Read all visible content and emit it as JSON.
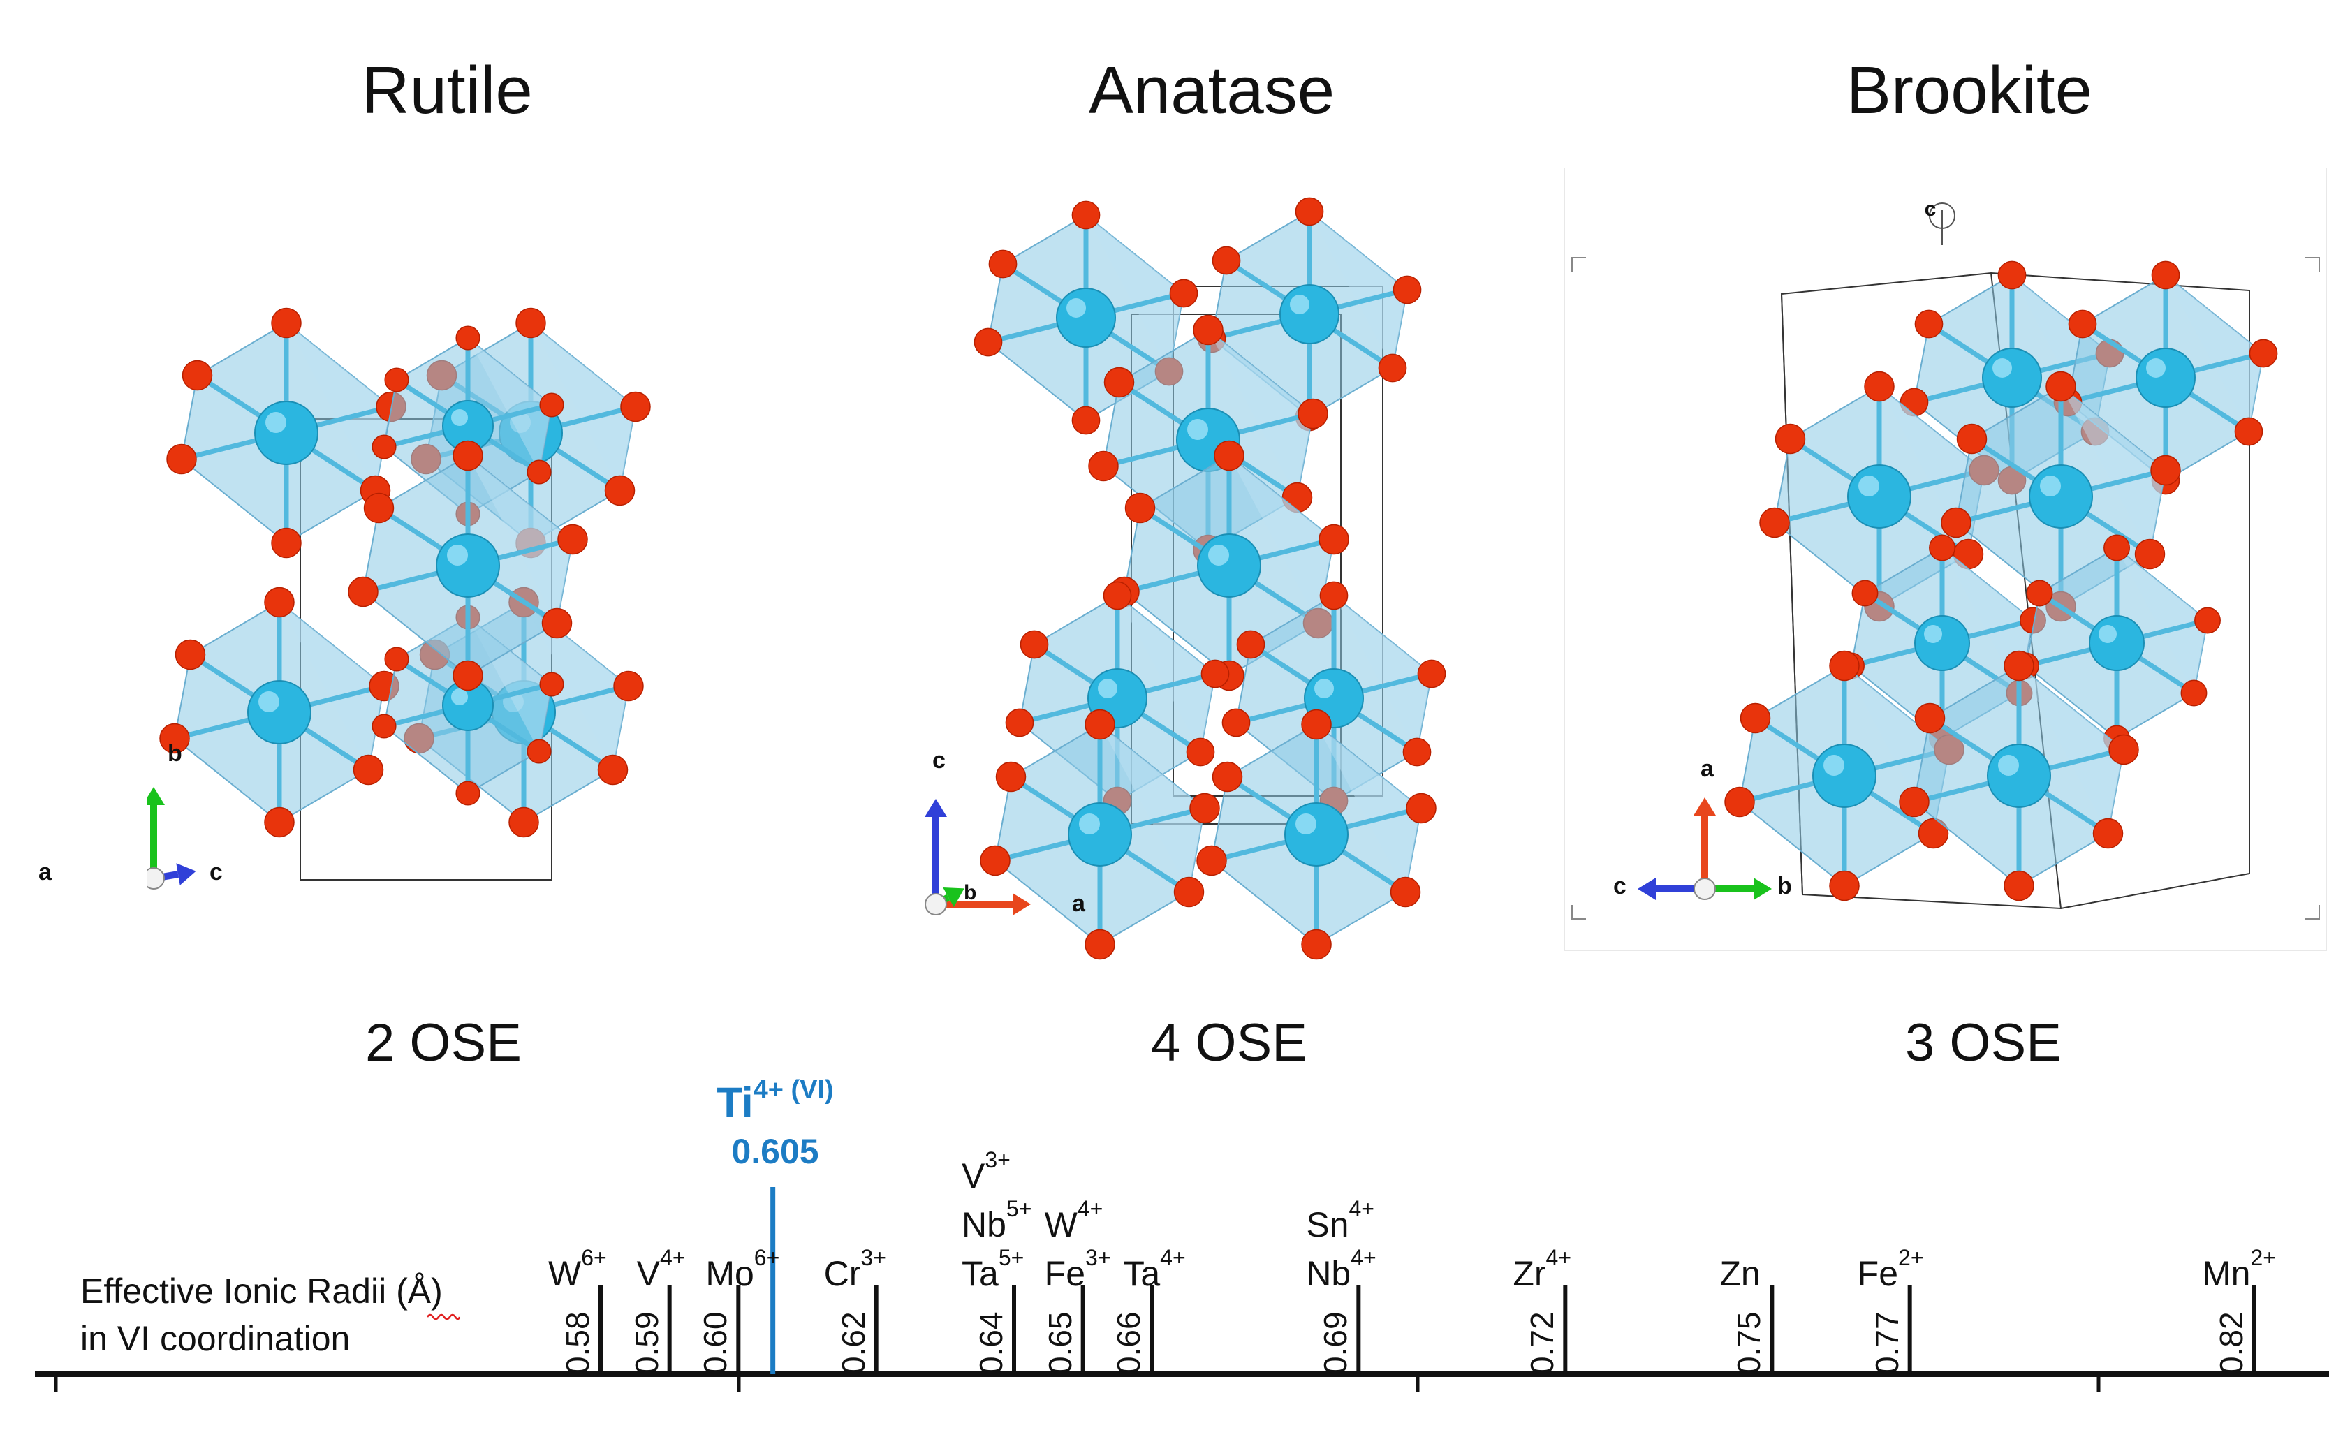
{
  "panels": [
    {
      "title": "Rutile",
      "ose": "2 OSE",
      "axes": [
        "a",
        "b",
        "c"
      ]
    },
    {
      "title": "Anatase",
      "ose": "4 OSE",
      "axes": [
        "c",
        "b",
        "a"
      ]
    },
    {
      "title": "Brookite",
      "ose": "3 OSE",
      "axes": [
        "a",
        "c",
        "b"
      ],
      "marker": "c"
    }
  ],
  "scale": {
    "caption_line1": "Effective Ionic Radii (Å)",
    "caption_line2": "in VI coordination",
    "reference": {
      "ion": "Ti",
      "charge": "4+",
      "coordination": "(VI)",
      "radius": "0.605",
      "value": 0.605
    },
    "ticks": [
      {
        "value": 0.58,
        "label": "0.58",
        "ions": [
          {
            "el": "W",
            "ch": "6+"
          }
        ]
      },
      {
        "value": 0.59,
        "label": "0.59",
        "ions": [
          {
            "el": "V",
            "ch": "4+"
          }
        ]
      },
      {
        "value": 0.6,
        "label": "0.60",
        "ions": [
          {
            "el": "Mo",
            "ch": "6+"
          }
        ]
      },
      {
        "value": 0.62,
        "label": "0.62",
        "ions": [
          {
            "el": "Cr",
            "ch": "3+"
          }
        ]
      },
      {
        "value": 0.64,
        "label": "0.64",
        "ions": [
          {
            "el": "V",
            "ch": "3+"
          },
          {
            "el": "Nb",
            "ch": "5+"
          },
          {
            "el": "Ta",
            "ch": "5+"
          }
        ]
      },
      {
        "value": 0.65,
        "label": "0.65",
        "ions": [
          {
            "el": "Fe",
            "ch": "3+"
          },
          {
            "el": "W",
            "ch": "4+"
          }
        ]
      },
      {
        "value": 0.66,
        "label": "0.66",
        "ions": [
          {
            "el": "Ta",
            "ch": "4+"
          }
        ]
      },
      {
        "value": 0.69,
        "label": "0.69",
        "ions": [
          {
            "el": "Sn",
            "ch": "4+"
          },
          {
            "el": "Nb",
            "ch": "4+"
          }
        ]
      },
      {
        "value": 0.72,
        "label": "0.72",
        "ions": [
          {
            "el": "Zr",
            "ch": "4+"
          }
        ]
      },
      {
        "value": 0.75,
        "label": "0.75",
        "ions": [
          {
            "el": "Zn",
            "ch": ""
          }
        ]
      },
      {
        "value": 0.77,
        "label": "0.77",
        "ions": [
          {
            "el": "Fe",
            "ch": "2+"
          }
        ]
      },
      {
        "value": 0.82,
        "label": "0.82",
        "ions": [
          {
            "el": "Mn",
            "ch": "2+"
          }
        ]
      }
    ]
  },
  "colors": {
    "oxygen": "#e8340c",
    "titanium": "#2bb6e0",
    "polyhedron": "#8ccbe6",
    "reference": "#1c7cc4",
    "axis_red": "#e8461c",
    "axis_green": "#19c21c",
    "axis_blue": "#3040d8"
  }
}
